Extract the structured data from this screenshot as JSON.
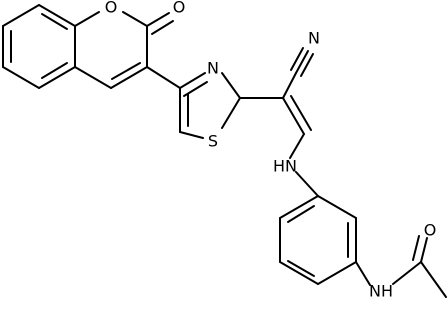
{
  "molecule": {
    "atoms": {
      "ring_o": "O",
      "carbonyl_o": "O",
      "thiazole_n": "N",
      "thiazole_s": "S",
      "nitrile_n": "N",
      "enamine_nh": "HN",
      "amide_nh": "NH",
      "amide_o": "O"
    }
  },
  "colors": {
    "bond": "#000000",
    "text": "#000000",
    "background": "#ffffff"
  }
}
